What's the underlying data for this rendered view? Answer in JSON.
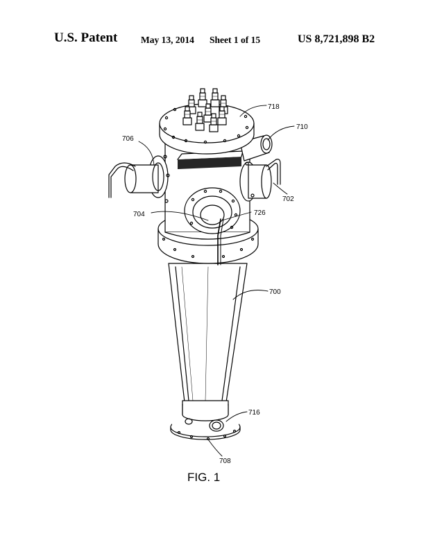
{
  "header": {
    "title": "U.S. Patent",
    "date": "May 13, 2014",
    "sheet": "Sheet 1 of 15",
    "patent_number": "US 8,721,898 B2"
  },
  "drawing": {
    "reference_numerals": {
      "r718": "718",
      "r710": "710",
      "r706": "706",
      "r702": "702",
      "r704": "704",
      "r726": "726",
      "r700": "700",
      "r716": "716",
      "r708": "708"
    },
    "figure_label": "FIG. 1"
  }
}
